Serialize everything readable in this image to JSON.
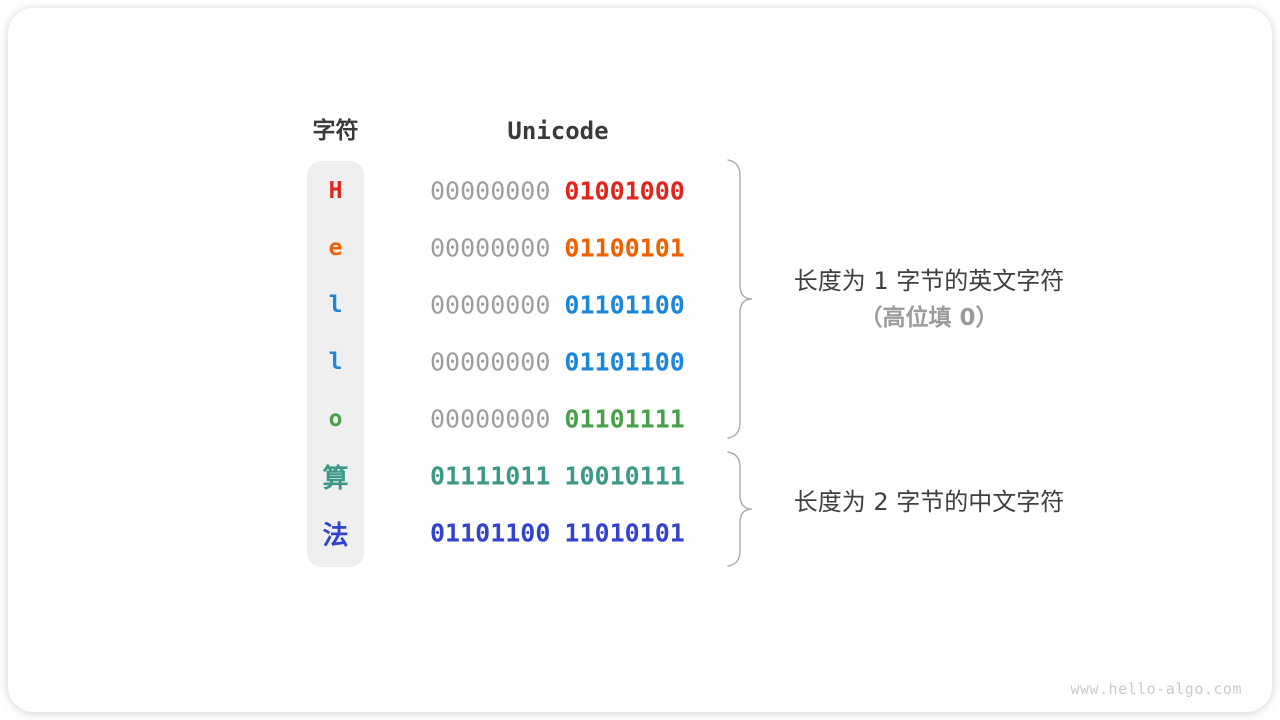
{
  "table": {
    "headers": {
      "char": "字符",
      "unicode": "Unicode"
    },
    "gray_color": "#9e9e9e",
    "rows": [
      {
        "char": "H",
        "color": "#e1251b",
        "byte1": "00000000",
        "byte1_color": "#9e9e9e",
        "byte1_bold": false,
        "byte2": "01001000"
      },
      {
        "char": "e",
        "color": "#ee6000",
        "byte1": "00000000",
        "byte1_color": "#9e9e9e",
        "byte1_bold": false,
        "byte2": "01100101"
      },
      {
        "char": "l",
        "color": "#1c87d9",
        "byte1": "00000000",
        "byte1_color": "#9e9e9e",
        "byte1_bold": false,
        "byte2": "01101100"
      },
      {
        "char": "l",
        "color": "#1c87d9",
        "byte1": "00000000",
        "byte1_color": "#9e9e9e",
        "byte1_bold": false,
        "byte2": "01101100"
      },
      {
        "char": "o",
        "color": "#48a14a",
        "byte1": "00000000",
        "byte1_color": "#9e9e9e",
        "byte1_bold": false,
        "byte2": "01101111"
      },
      {
        "char": "算",
        "color": "#3a9987",
        "byte1": "01111011",
        "byte1_color": "#3a9987",
        "byte1_bold": true,
        "byte2": "10010111"
      },
      {
        "char": "法",
        "color": "#3243cd",
        "byte1": "01101100",
        "byte1_color": "#3243cd",
        "byte1_bold": true,
        "byte2": "11010101"
      }
    ]
  },
  "annotations": {
    "group1": {
      "line1": "长度为 1 字节的英文字符",
      "line2": "（高位填 0）"
    },
    "group2": {
      "line1": "长度为 2 字节的中文字符"
    }
  },
  "watermark": "www.hello-algo.com",
  "colors": {
    "pill_background": "#efefef",
    "gray_bits": "#9e9e9e",
    "heading_text": "#3a3a3a",
    "note_text": "#3f3f3f",
    "note_sub_text": "#9b9b9b",
    "brace_stroke": "#aeaeae",
    "watermark_text": "#cacaca"
  }
}
